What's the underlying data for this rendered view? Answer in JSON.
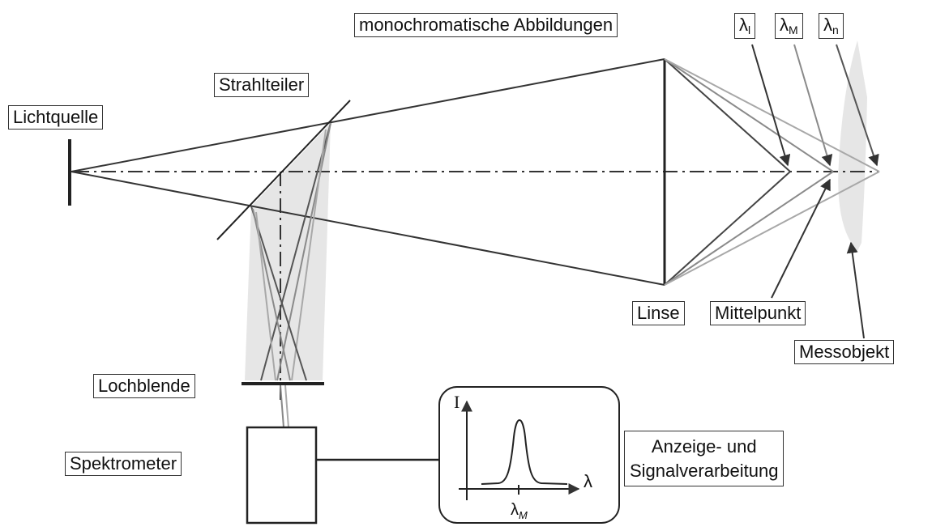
{
  "labels": {
    "monochromatic": "monochromatische Abbildungen",
    "lambda_l": {
      "symbol": "λ",
      "sub": "l"
    },
    "lambda_m": {
      "symbol": "λ",
      "sub": "M"
    },
    "lambda_n": {
      "symbol": "λ",
      "sub": "n"
    },
    "strahlteiler": "Strahlteiler",
    "lichtquelle": "Lichtquelle",
    "linse": "Linse",
    "mittelpunkt": "Mittelpunkt",
    "messobjekt": "Messobjekt",
    "lochblende": "Lochblende",
    "spektrometer": "Spektrometer",
    "anzeige_line1": "Anzeige-  und",
    "anzeige_line2": "Signalverarbeitung"
  },
  "graph": {
    "y_axis": "I",
    "x_axis": "λ",
    "peak_symbol": "λ",
    "peak_sub": "M"
  },
  "colors": {
    "line": "#333333",
    "ray_gray": "#8a8a8a",
    "ray_light": "#a8a8a8",
    "fill_light": "#e6e6e6"
  }
}
